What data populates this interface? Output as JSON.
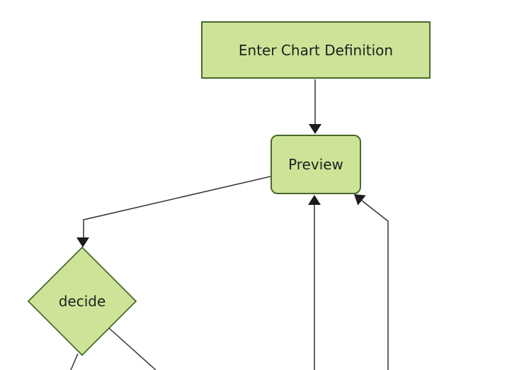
{
  "diagram": {
    "title": "flowchart-preview",
    "type": "flowchart",
    "direction": "top-down",
    "nodes": [
      {
        "id": "A",
        "label": "Enter Chart Definition",
        "shape": "rectangle"
      },
      {
        "id": "B",
        "label": "Preview",
        "shape": "rounded-rectangle"
      },
      {
        "id": "C",
        "label": "decide",
        "shape": "diamond"
      }
    ],
    "edges": [
      {
        "from": "A",
        "to": "B",
        "style": "arrow"
      },
      {
        "from": "B",
        "to": "C",
        "style": "arrow"
      },
      {
        "from": "offscreen-bottom",
        "to": "B",
        "style": "arrow"
      },
      {
        "from": "offscreen-bottom-right",
        "to": "B",
        "style": "arrow"
      },
      {
        "from": "C",
        "to": "offscreen-bottom-left",
        "style": "line-cut-off"
      },
      {
        "from": "C",
        "to": "offscreen-bottom-right",
        "style": "line-cut-off"
      }
    ],
    "colors": {
      "background": "#ffffff",
      "node_fill": "#cde498",
      "node_border": "#48692c",
      "edge_line": "#333333",
      "arrowhead": "#1c1c1c",
      "text": "#1f1f1f"
    }
  }
}
